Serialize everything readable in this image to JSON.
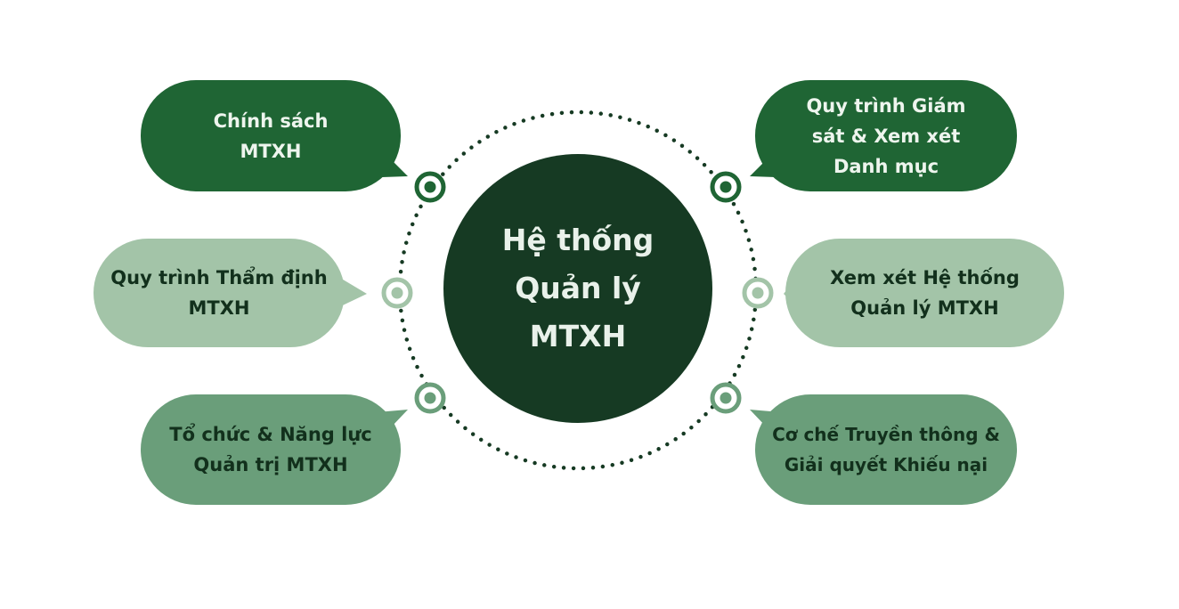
{
  "center": {
    "title": "Hệ thống Quản lý MTXH"
  },
  "items": [
    {
      "label": "Chính sách MTXH"
    },
    {
      "label": "Quy trình Thẩm định MTXH"
    },
    {
      "label": "Tổ chức & Năng lực Quản trị MTXH"
    },
    {
      "label": "Quy trình Giám sát & Xem xét Danh mục"
    },
    {
      "label": "Xem xét Hệ thống Quản lý MTXH"
    },
    {
      "label": "Cơ chế Truyền thông & Giải quyết Khiếu nại"
    }
  ],
  "colors": {
    "dark": "#1f6534",
    "light": "#a3c4a8",
    "mid": "#6a9e7a",
    "center": "#163a23"
  }
}
